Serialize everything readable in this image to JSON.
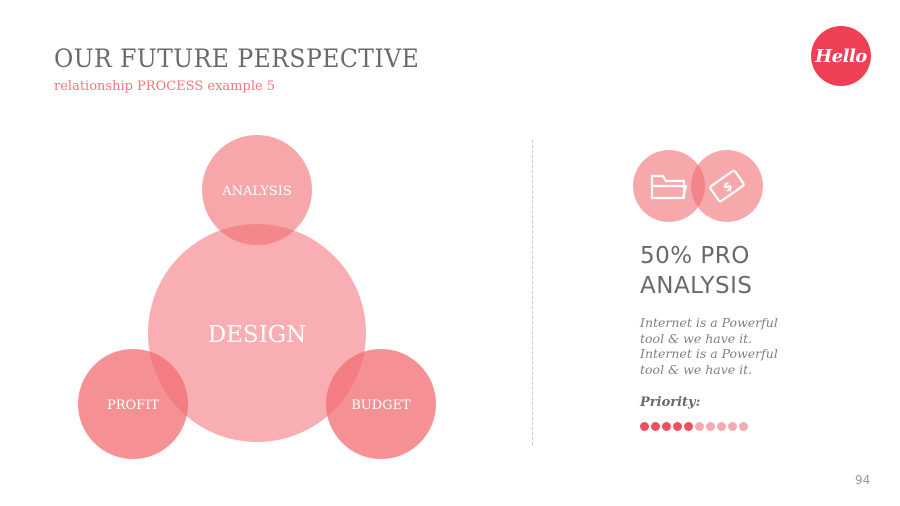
{
  "slide": {
    "title": "OUR FUTURE PERSPECTIVE",
    "subtitle": "relationship PROCESS example 5",
    "logo_text": "Hello",
    "page_number": "94"
  },
  "diagram": {
    "center": "DESIGN",
    "top": "ANALYSIS",
    "left": "PROFIT",
    "right": "BUDGET"
  },
  "info": {
    "icons": [
      "folder-icon",
      "money-icon"
    ],
    "headline_line1": "50% PRO",
    "headline_line2": "ANALYSIS",
    "desc_line1": "Internet is a Powerful",
    "desc_line2": "tool & we have it.",
    "desc_line3": "Internet is a Powerful",
    "desc_line4": "tool & we have it.",
    "priority_label": "Priority:",
    "priority": {
      "filled": 5,
      "total": 10
    }
  },
  "colors": {
    "accent": "#ee3f55",
    "circle_large": "#f4a7ab",
    "circle_small": "#f26c72",
    "title_gray": "#6a6a6a"
  }
}
